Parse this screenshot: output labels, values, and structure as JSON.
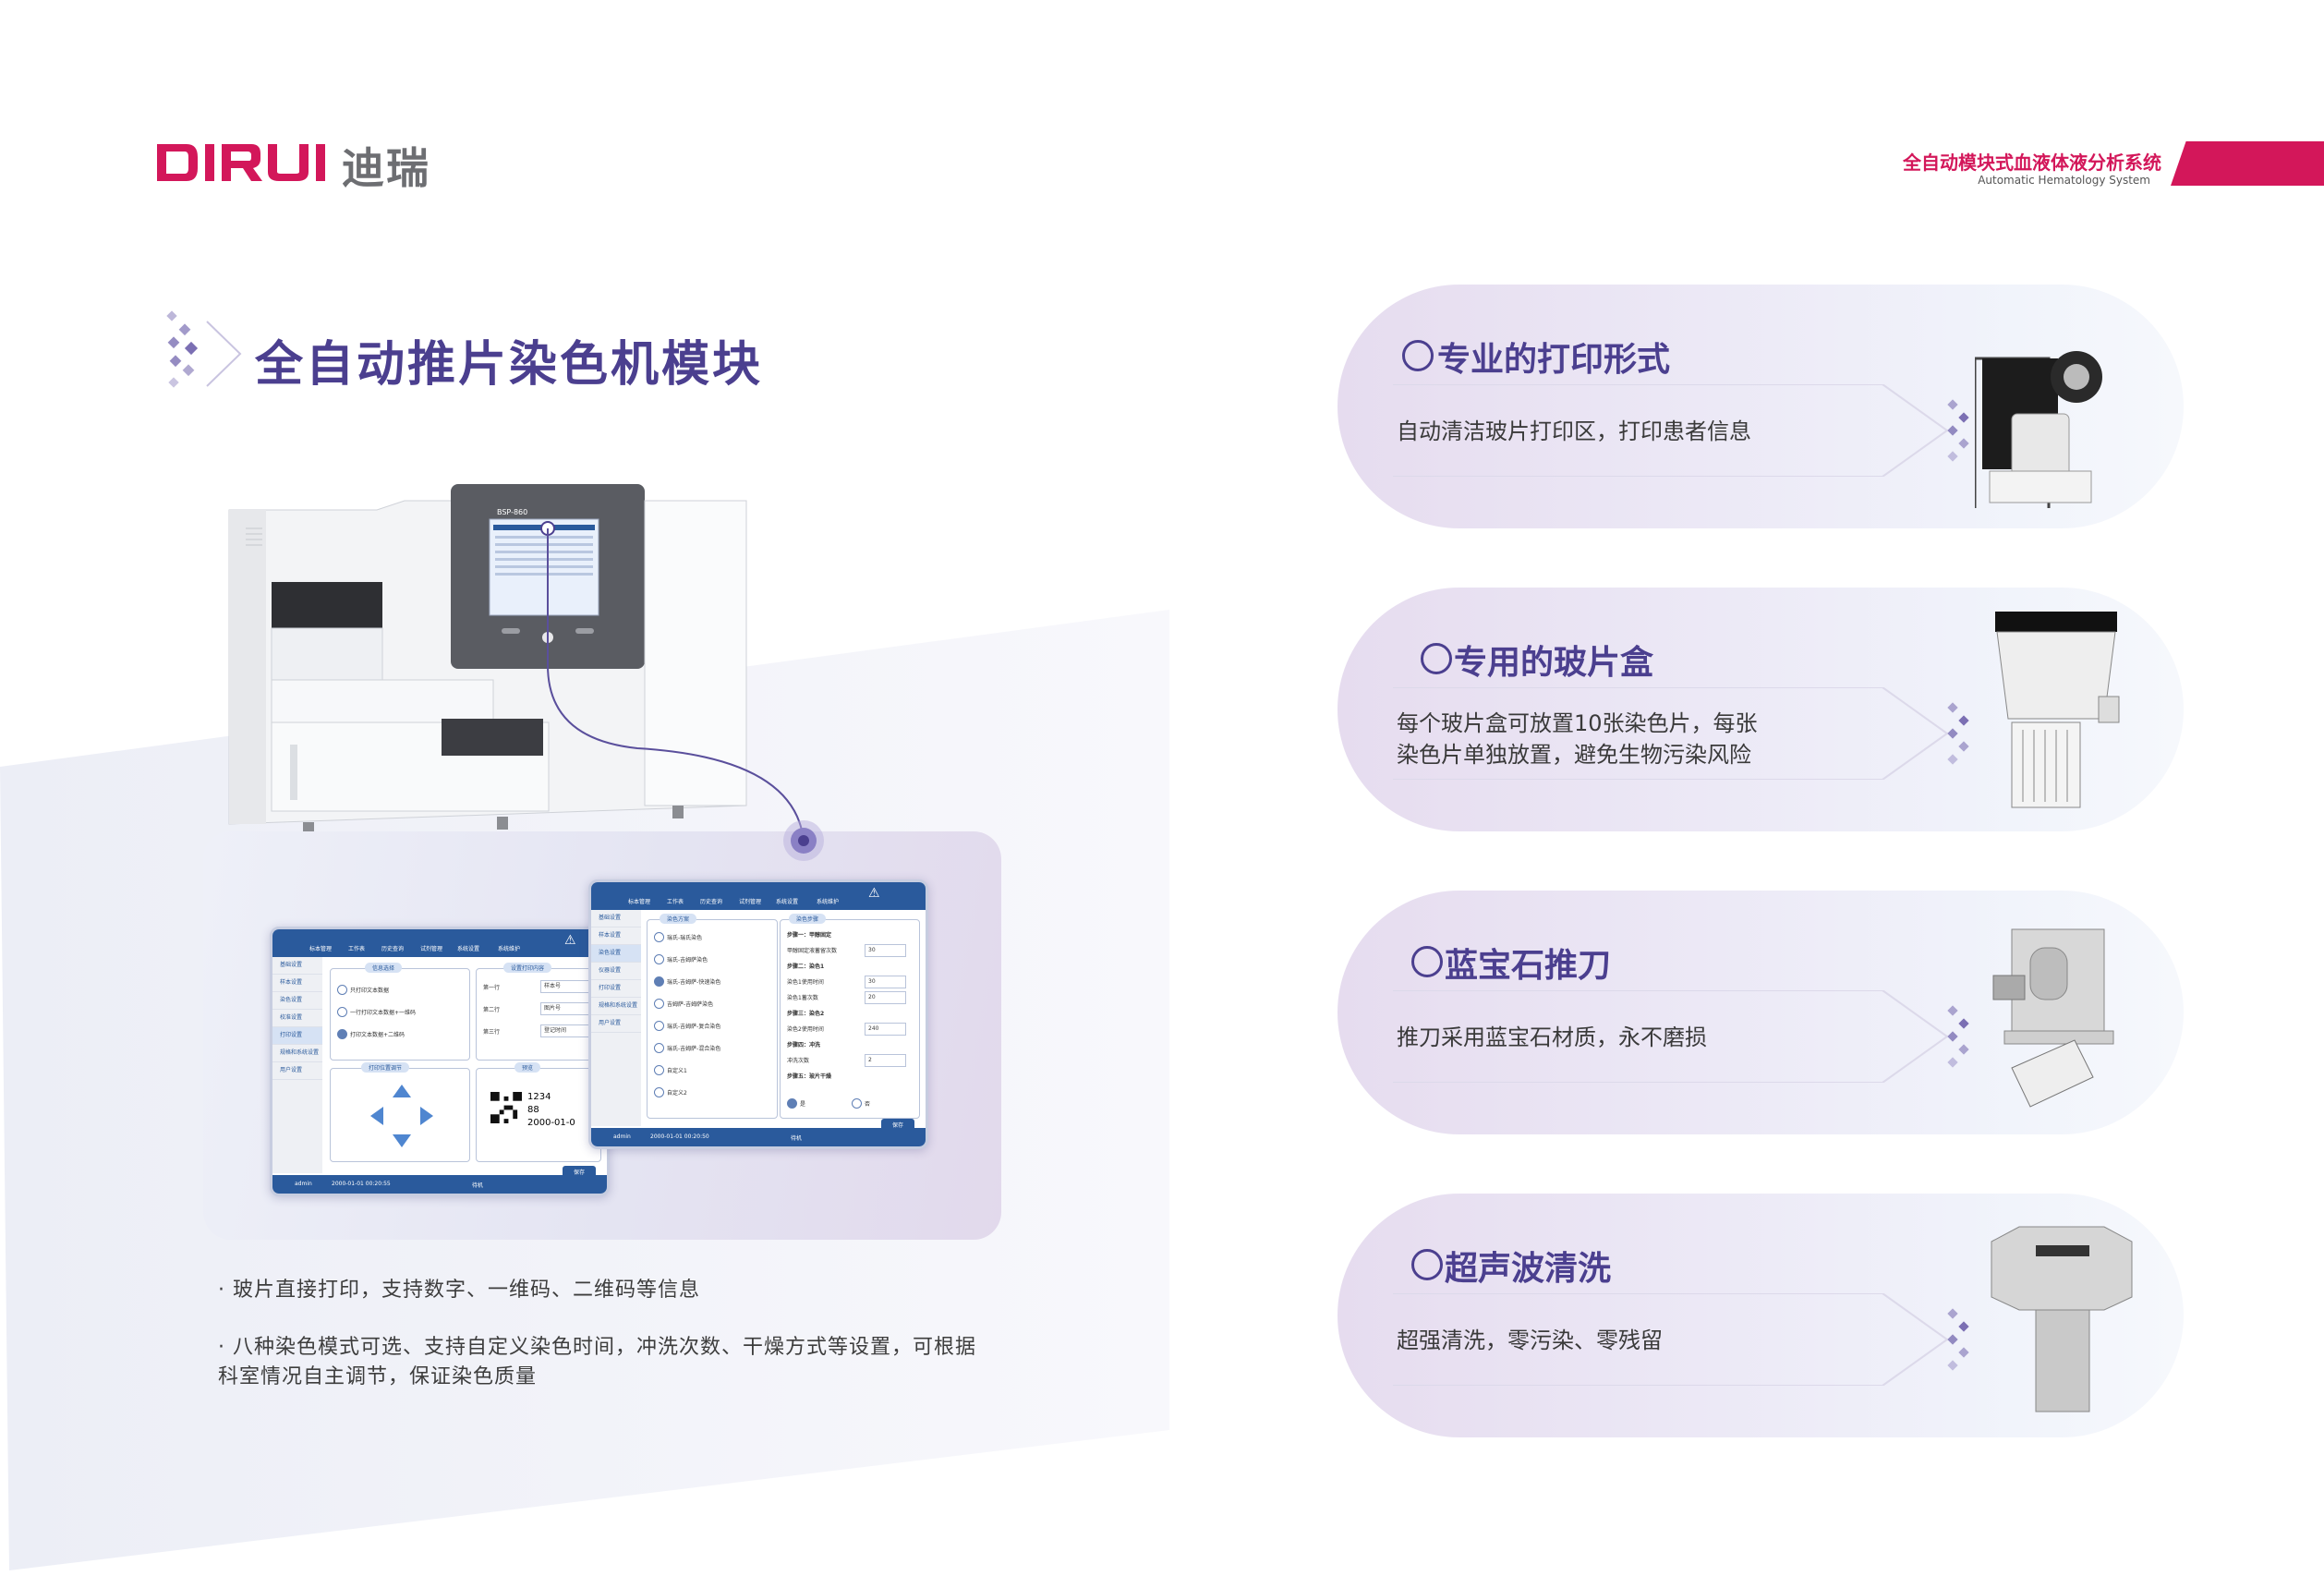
{
  "brand": {
    "logo_en": "DIRUI",
    "logo_cn": "迪瑞",
    "header_title": "全自动模块式血液体液分析系统",
    "header_subtitle": "Automatic Hematology System",
    "brand_color": "#d3175a",
    "accent_color": "#4b3f8f"
  },
  "section": {
    "title": "全自动推片染色机模块"
  },
  "machine": {
    "model_label": "BSP-860"
  },
  "screens": {
    "screen_a": {
      "tabs": [
        "标本管理",
        "工作表",
        "历史查询",
        "试剂管理",
        "系统设置",
        "系统维护"
      ],
      "sidebar": [
        "基础设置",
        "样本设置",
        "染色设置",
        "校准设置",
        "打印设置",
        "规格和系统设置",
        "用户设置"
      ],
      "box1_label": "信息选择",
      "options": [
        "只打印文本数据",
        "一行打印文本数据+一维码",
        "打印文本数据+二维码"
      ],
      "box2_label": "设置打印内容",
      "fields": [
        {
          "label": "第一行",
          "value": "样本号"
        },
        {
          "label": "第二行",
          "value": "图片号"
        },
        {
          "label": "第三行",
          "value": "登记时间"
        }
      ],
      "box3_label": "打印位置调节",
      "box4_label": "预览",
      "preview_lines": [
        "1234",
        "88",
        "2000-01-0"
      ],
      "button": "保存",
      "footer_user": "admin",
      "footer_time": "2000-01-01 00:20:55",
      "footer_state": "待机"
    },
    "screen_b": {
      "tabs": [
        "标本管理",
        "工作表",
        "历史查询",
        "试剂管理",
        "系统设置",
        "系统维护"
      ],
      "sidebar": [
        "基础设置",
        "样本设置",
        "染色设置",
        "仪器设置",
        "打印设置",
        "规格和系统设置",
        "用户设置"
      ],
      "box1_label": "染色方案",
      "modes": [
        "瑞氏-瑞氏染色",
        "瑞氏-吉姆萨染色",
        "瑞氏-吉姆萨-快速染色",
        "吉姆萨-吉姆萨染色",
        "瑞氏-吉姆萨-复合染色",
        "瑞氏-吉姆萨-混合染色",
        "自定义1",
        "自定义2"
      ],
      "box2_label": "染色步骤",
      "steps": [
        {
          "label": "步骤一：甲醇固定",
          "value": ""
        },
        {
          "label": "甲醇固定液蓄留次数",
          "value": "30"
        },
        {
          "label": "步骤二：染色1",
          "value": ""
        },
        {
          "label": "染色1使用时间",
          "value": "30"
        },
        {
          "label": "染色1蓄次数",
          "value": "20"
        },
        {
          "label": "步骤三：染色2",
          "value": ""
        },
        {
          "label": "染色2使用时间",
          "value": "240"
        },
        {
          "label": "步骤四：冲洗",
          "value": ""
        },
        {
          "label": "冲洗次数",
          "value": "2"
        },
        {
          "label": "步骤五：玻片干燥",
          "value": ""
        }
      ],
      "toggle_yes": "是",
      "toggle_no": "否",
      "button": "保存",
      "footer_user": "admin",
      "footer_time": "2000-01-01 00:20:50",
      "footer_state": "待机"
    }
  },
  "bullets": [
    "· 玻片直接打印，支持数字、一维码、二维码等信息",
    "· 八种染色模式可选、支持自定义染色时间，冲洗次数、干燥方式等设置，可根据\n   科室情况自主调节，保证染色质量"
  ],
  "features": [
    {
      "title": "专业的打印形式",
      "desc": [
        "自动清洁玻片打印区，打印患者信息"
      ],
      "icon": "printer-module-icon"
    },
    {
      "title": "专用的玻片盒",
      "desc": [
        "每个玻片盒可放置10张染色片，每张",
        "染色片单独放置，避免生物污染风险"
      ],
      "icon": "slide-cassette-icon"
    },
    {
      "title": "蓝宝石推刀",
      "desc": [
        "推刀采用蓝宝石材质，永不磨损"
      ],
      "icon": "sapphire-blade-icon"
    },
    {
      "title": "超声波清洗",
      "desc": [
        "超强清洗，零污染、零残留"
      ],
      "icon": "ultrasonic-cleaner-icon"
    }
  ]
}
